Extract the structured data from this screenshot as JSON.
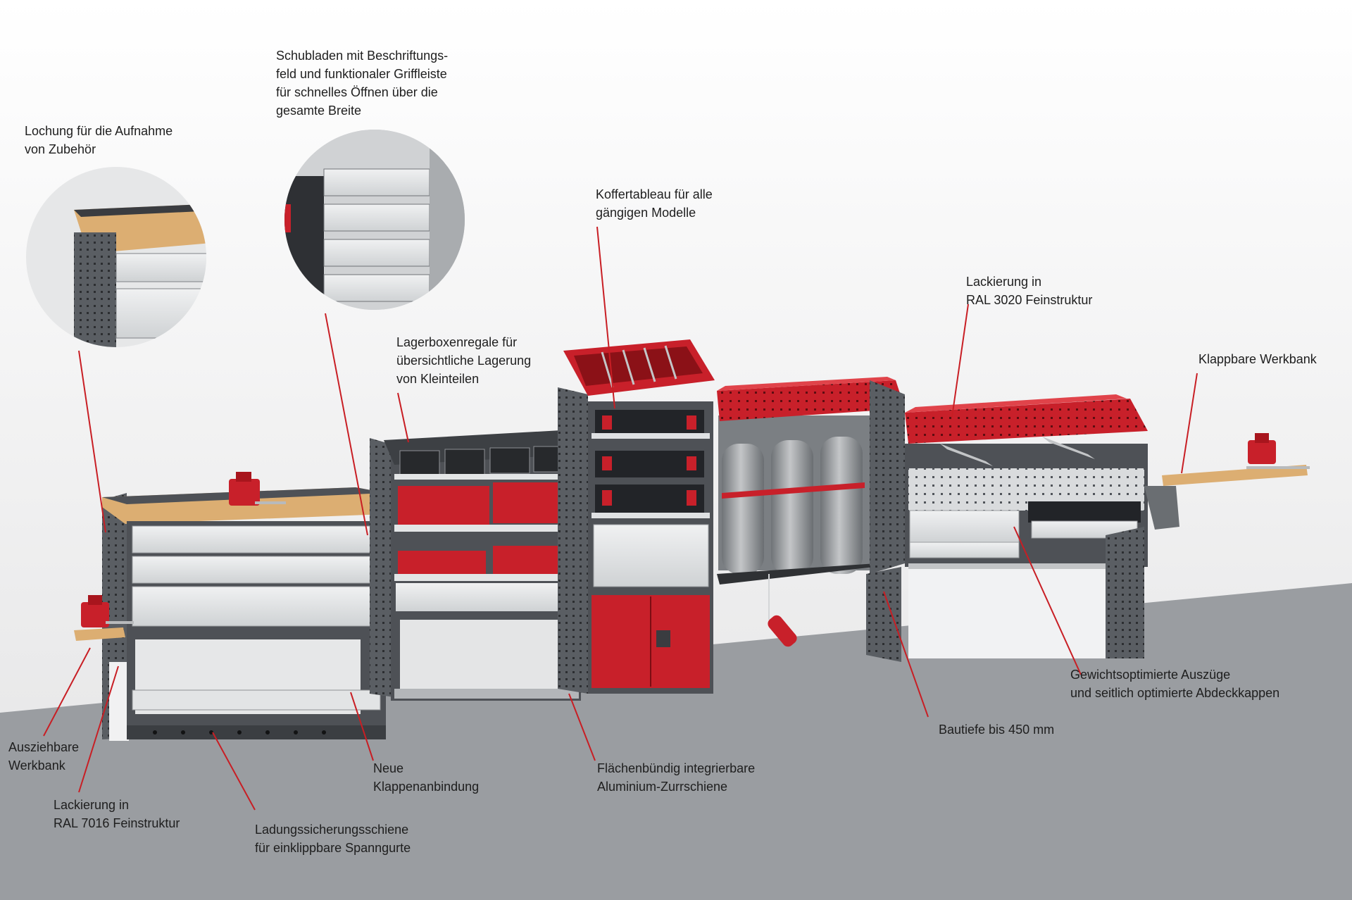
{
  "colors": {
    "accent_red": "#c8202a",
    "leader_line": "#c81e24",
    "frame_dark": "#4e5156",
    "panel_light": "#dcdedf",
    "wood": "#dcae72",
    "floor": "#9a9da1",
    "wall": "#ebebeb"
  },
  "callouts": [
    {
      "id": "lochung",
      "text": "Lochung für die Aufnahme\nvon Zubehör"
    },
    {
      "id": "schubladen",
      "text": "Schubladen mit Beschriftungs-\nfeld und funktionaler Griffleiste\nfür schnelles Öffnen über die\ngesamte Breite"
    },
    {
      "id": "lagerboxen",
      "text": "Lagerboxenregale für\nübersichtliche Lagerung\nvon Kleinteilen"
    },
    {
      "id": "koffer",
      "text": "Koffertableau für alle\ngängigen Modelle"
    },
    {
      "id": "lackierung-3020",
      "text": "Lackierung in\nRAL 3020 Feinstruktur"
    },
    {
      "id": "klappbare-werkbank",
      "text": "Klappbare Werkbank"
    },
    {
      "id": "ausziehbare-werkbank",
      "text": "Ausziehbare\nWerkbank"
    },
    {
      "id": "lackierung-7016",
      "text": "Lackierung in\nRAL 7016 Feinstruktur"
    },
    {
      "id": "ladungssicherung",
      "text": "Ladungssicherungsschiene\nfür einklippbare Spanngurte"
    },
    {
      "id": "klappenanbindung",
      "text": "Neue\nKlappenanbindung"
    },
    {
      "id": "zurrschiene",
      "text": "Flächenbündig integrierbare\nAluminium-Zurrschiene"
    },
    {
      "id": "bautiefe",
      "text": "Bautiefe bis 450 mm"
    },
    {
      "id": "auszuege",
      "text": "Gewichtsoptimierte Auszüge\nund seitlich optimierte Abdeckkappen"
    }
  ]
}
